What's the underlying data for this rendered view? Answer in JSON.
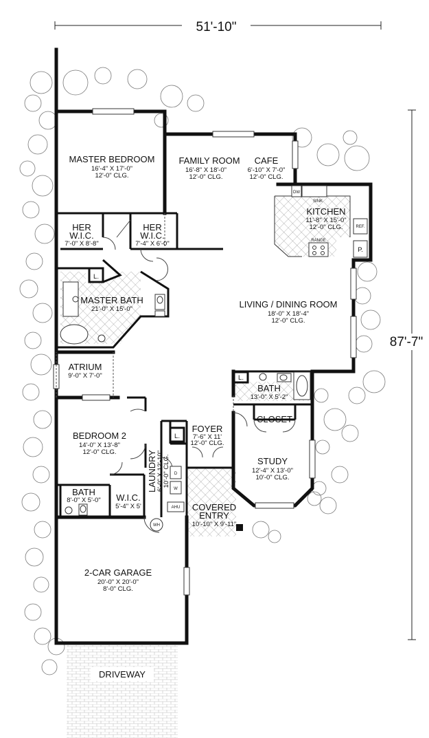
{
  "dimensions": {
    "width": "51'-10\"",
    "depth": "87'-7\""
  },
  "rooms": {
    "master_bedroom": {
      "name": "MASTER BEDROOM",
      "size": "16'-4\" X 17'-0\"",
      "ceiling": "12'-0\" CLG."
    },
    "family_room": {
      "name": "FAMILY ROOM",
      "size": "16'-8\" X 18'-0\"",
      "ceiling": "12'-0\" CLG."
    },
    "cafe": {
      "name": "CAFE",
      "size": "6'-10\" X 7'-0\"",
      "ceiling": "12'-0\" CLG."
    },
    "kitchen": {
      "name": "KITCHEN",
      "size": "11'-8\" X 15'-0\"",
      "ceiling": "12'-0\" CLG."
    },
    "her_wic_1": {
      "name1": "HER",
      "name2": "W.I.C.",
      "size": "7'-0\" X 8'-8\""
    },
    "her_wic_2": {
      "name1": "HER",
      "name2": "W.I.C.",
      "size": "7'-4\" X 6'-0\""
    },
    "master_bath": {
      "name": "MASTER BATH",
      "size": "21'-0\" X 15'-0\""
    },
    "living_dining": {
      "name": "LIVING / DINING ROOM",
      "size": "18'-0\" X 18'-4\"",
      "ceiling": "12'-0\" CLG."
    },
    "atrium": {
      "name": "ATRIUM",
      "size": "9'-0\" X 7'-0\""
    },
    "bath_hall": {
      "name": "BATH",
      "size": "13'-0\" X 5'-2\""
    },
    "closet": {
      "name": "CLOSET"
    },
    "bedroom2": {
      "name": "BEDROOM 2",
      "size": "14'-0\" X 13'-8\"",
      "ceiling": "12'-0\" CLG."
    },
    "foyer": {
      "name": "FOYER",
      "size": "7'-6\" X 11'",
      "ceiling": "12'-0\" CLG."
    },
    "laundry": {
      "name": "LAUNDRY",
      "size": "6'-0\" X 12'-10\"",
      "ceiling": "10'-0\" CLG."
    },
    "study": {
      "name": "STUDY",
      "size": "12'-4\" X 13'-0\"",
      "ceiling": "10'-0\" CLG."
    },
    "bath2": {
      "name": "BATH",
      "size": "8'-0\" X 5'-0\""
    },
    "wic_bed2": {
      "name": "W.I.C.",
      "size": "5'-4\" X 5'"
    },
    "covered_entry": {
      "name1": "COVERED",
      "name2": "ENTRY",
      "size": "10'-10\" X 9'-11\""
    },
    "garage": {
      "name": "2-CAR GARAGE",
      "size": "20'-0\" X 20'-0\"",
      "ceiling": "8'-0\" CLG."
    },
    "driveway": {
      "name": "DRIVEWAY"
    }
  },
  "fixture_labels": {
    "dw": "DW",
    "sink": "SINK",
    "ref": "REF.",
    "range": "RANGE",
    "pantry": "P.",
    "linen": "L.",
    "dryer": "D",
    "washer": "W",
    "ahu": "AHU",
    "water_heater": "WH"
  }
}
